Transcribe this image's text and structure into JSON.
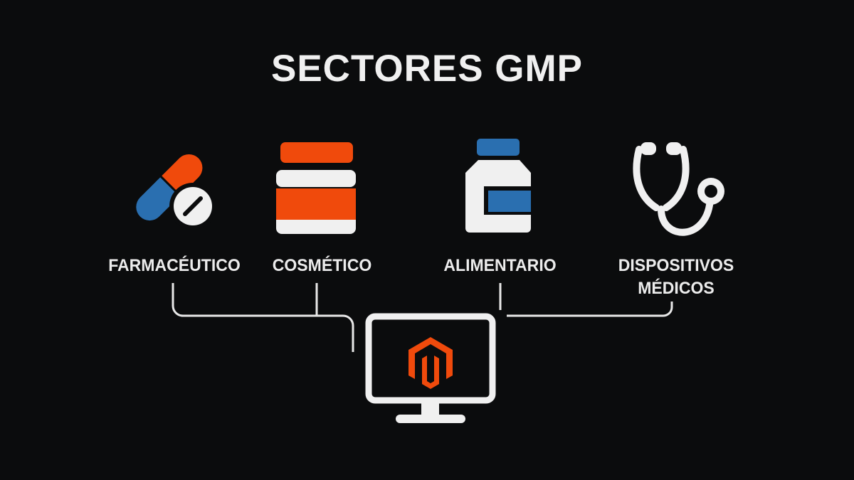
{
  "title": "SECTORES GMP",
  "colors": {
    "background": "#0b0c0d",
    "orange": "#f04a0c",
    "blue": "#2a6fb0",
    "white": "#f0f0f0"
  },
  "sectors": [
    {
      "label": "FARMACÉUTICO",
      "icon": "pill-capsule-icon"
    },
    {
      "label": "COSMÉTICO",
      "icon": "cosmetic-jar-icon"
    },
    {
      "label": "ALIMENTARIO",
      "icon": "supplement-bottle-icon"
    },
    {
      "label": "DISPOSITIVOS",
      "label2": "MÉDICOS",
      "icon": "stethoscope-icon"
    }
  ],
  "hub": {
    "icon": "monitor-icon",
    "logo": "magento-logo-icon"
  }
}
